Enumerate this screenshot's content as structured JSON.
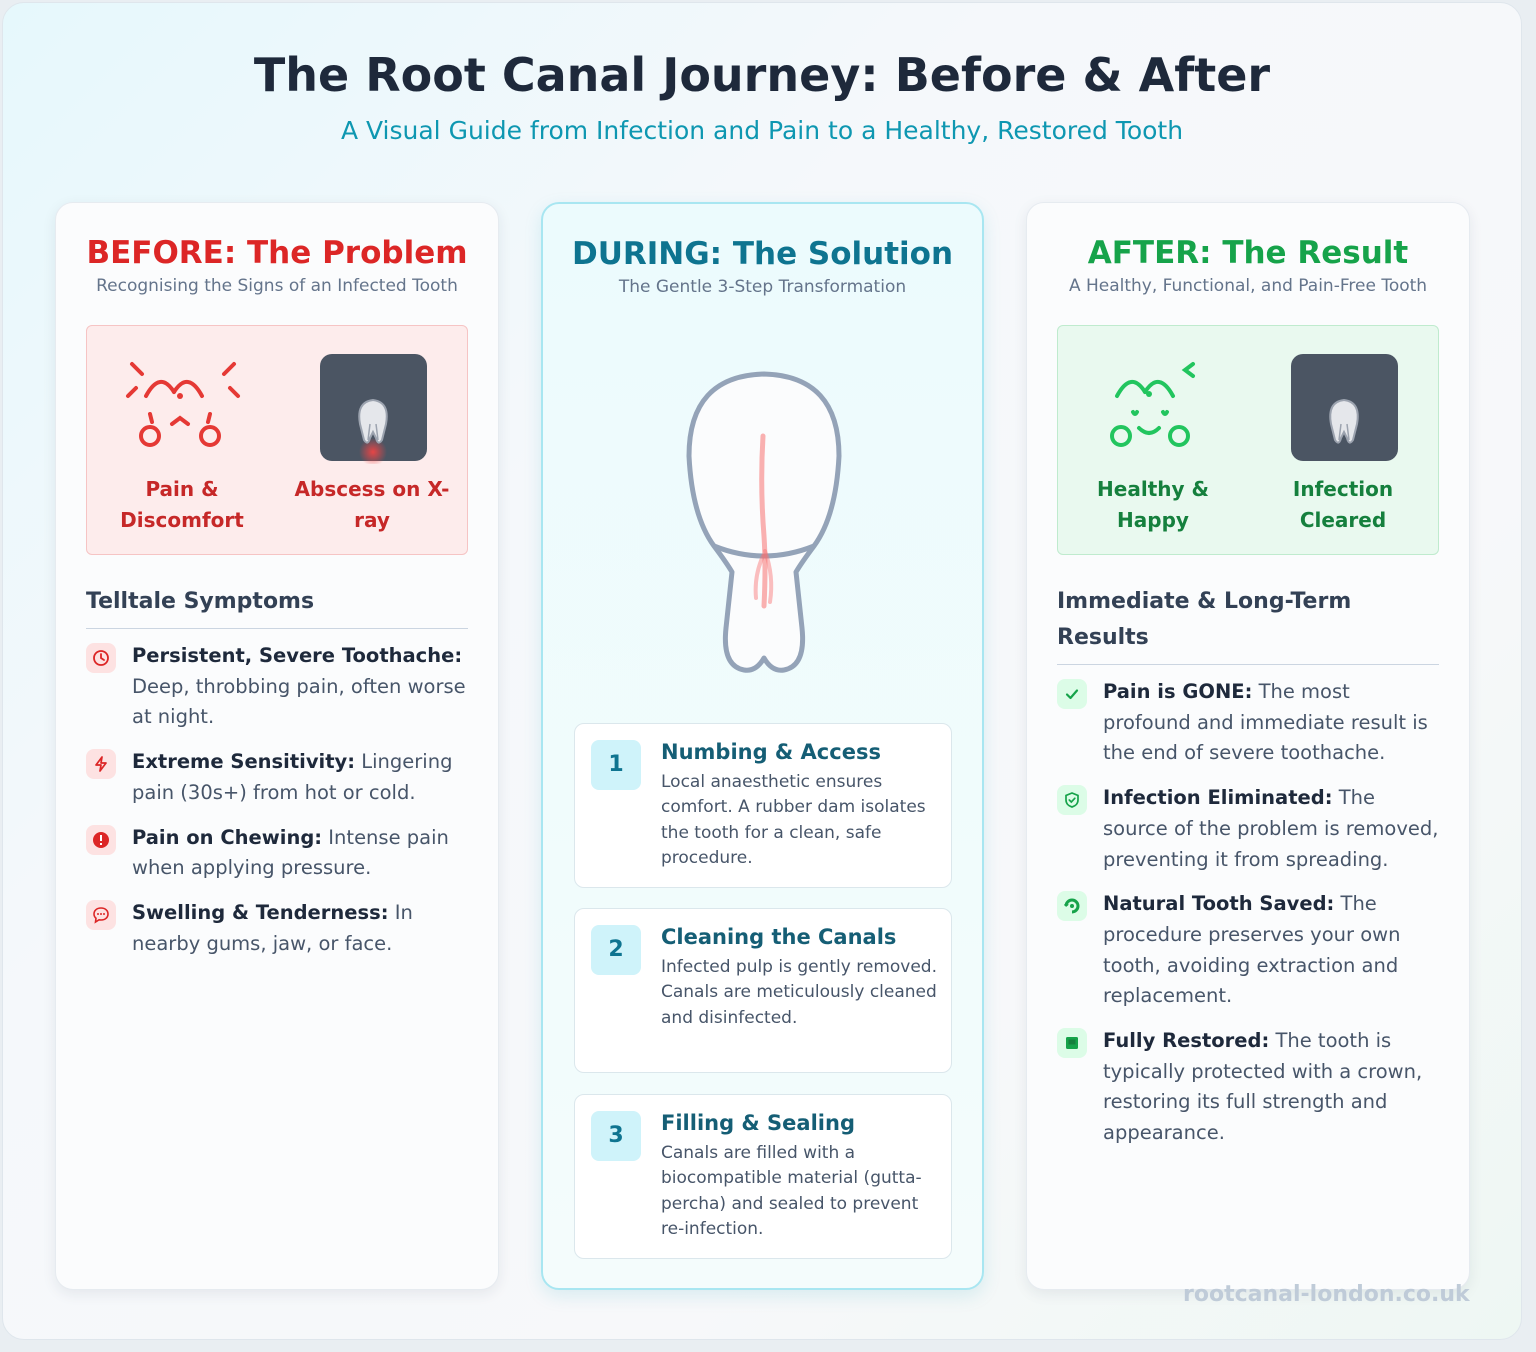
{
  "title": "The Root Canal Journey: Before & After",
  "subtitle": "A Visual Guide from Infection and Pain to a Healthy, Restored Tooth",
  "before": {
    "title": "BEFORE: The Problem",
    "subtitle": "Recognising the Signs of an Infected Tooth",
    "visual_left_line1": "Pain &",
    "visual_left_line2": "Discomfort",
    "visual_right_line1": "Abscess on X-",
    "visual_right_line2": "ray",
    "section_title": "Telltale Symptoms",
    "items": [
      {
        "icon": "clock-icon",
        "bold": "Persistent, Severe Toothache:",
        "text": " Deep, throbbing pain, often worse at night."
      },
      {
        "icon": "lightning-icon",
        "bold": "Extreme Sensitivity:",
        "text": " Lingering pain (30s+) from hot or cold."
      },
      {
        "icon": "alert-icon",
        "bold": "Pain on Chewing:",
        "text": " Intense pain when applying pressure."
      },
      {
        "icon": "chat-bubble-icon",
        "bold": "Swelling & Tenderness:",
        "text": " In nearby gums, jaw, or face."
      }
    ]
  },
  "during": {
    "title": "DURING: The Solution",
    "subtitle": "The Gentle 3-Step Transformation",
    "steps": [
      {
        "num": "1",
        "title": "Numbing & Access",
        "text": "Local anaesthetic ensures comfort. A rubber dam isolates the tooth for a clean, safe procedure."
      },
      {
        "num": "2",
        "title": "Cleaning the Canals",
        "text": "Infected pulp is gently removed. Canals are meticulously cleaned and disinfected."
      },
      {
        "num": "3",
        "title": "Filling & Sealing",
        "text": "Canals are filled with a biocompatible material (gutta-percha) and sealed to prevent re-infection."
      }
    ]
  },
  "after": {
    "title": "AFTER: The Result",
    "subtitle": "A Healthy, Functional, and Pain-Free Tooth",
    "visual_left_line1": "Healthy &",
    "visual_left_line2": "Happy",
    "visual_right_line1": "Infection",
    "visual_right_line2": "Cleared",
    "section_title": "Immediate & Long-Term Results",
    "items": [
      {
        "icon": "check-icon",
        "bold": "Pain is GONE:",
        "text": " The most profound and immediate result is the end of severe toothache."
      },
      {
        "icon": "shield-check-icon",
        "bold": "Infection Eliminated:",
        "text": " The source of the problem is removed, preventing it from spreading."
      },
      {
        "icon": "recycle-icon",
        "bold": "Natural Tooth Saved:",
        "text": " The procedure preserves your own tooth, avoiding extraction and replacement."
      },
      {
        "icon": "crown-block-icon",
        "bold": "Fully Restored:",
        "text": " The tooth is typically protected with a crown, restoring its full strength and appearance."
      }
    ]
  },
  "watermark": "rootcanal-london.co.uk",
  "colors": {
    "before_accent": "#dc2626",
    "during_accent": "#0e7490",
    "after_accent": "#16a34a",
    "subtitle": "#0e97b1"
  }
}
